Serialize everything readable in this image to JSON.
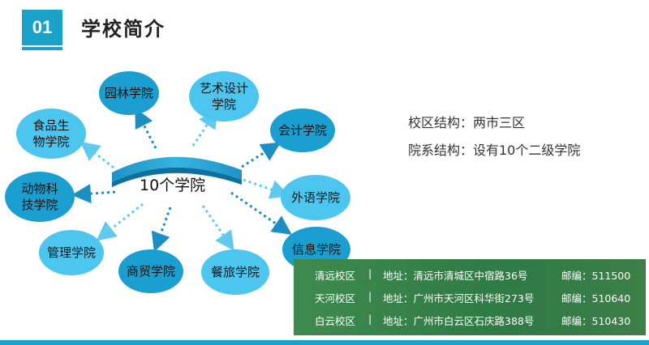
{
  "header": {
    "number": "01",
    "title": "学校简介"
  },
  "diagram": {
    "center_label": "10个学院",
    "nodes": [
      {
        "id": "garden",
        "label": "园林学院"
      },
      {
        "id": "art",
        "label": "艺术设计\n学院"
      },
      {
        "id": "accounting",
        "label": "会计学院"
      },
      {
        "id": "foreign",
        "label": "外语学院"
      },
      {
        "id": "info",
        "label": "信息学院"
      },
      {
        "id": "catering",
        "label": "餐旅学院"
      },
      {
        "id": "business",
        "label": "商贸学院"
      },
      {
        "id": "management",
        "label": "管理学院"
      },
      {
        "id": "animal",
        "label": "动物科\n技学院"
      },
      {
        "id": "food",
        "label": "食品生\n物学院"
      }
    ]
  },
  "info": {
    "campus_structure": "校区结构：两市三区",
    "dept_structure": "院系结构：设有10个二级学院"
  },
  "campuses": [
    {
      "name": "清远校区",
      "sep": "|",
      "address": "地址：清远市清城区中宿路36号",
      "postcode": "邮编：511500"
    },
    {
      "name": "天河校区",
      "sep": "|",
      "address": "地址：广州市天河区科华街273号",
      "postcode": "邮编：510640"
    },
    {
      "name": "白云校区",
      "sep": "|",
      "address": "地址：广州市白云区石庆路388号",
      "postcode": "邮编：510430"
    }
  ],
  "colors": {
    "accent": "#1aa3c8",
    "dark_node": "#1b9fd1",
    "light_node": "#4cc6ee",
    "panel": "#357f48"
  }
}
